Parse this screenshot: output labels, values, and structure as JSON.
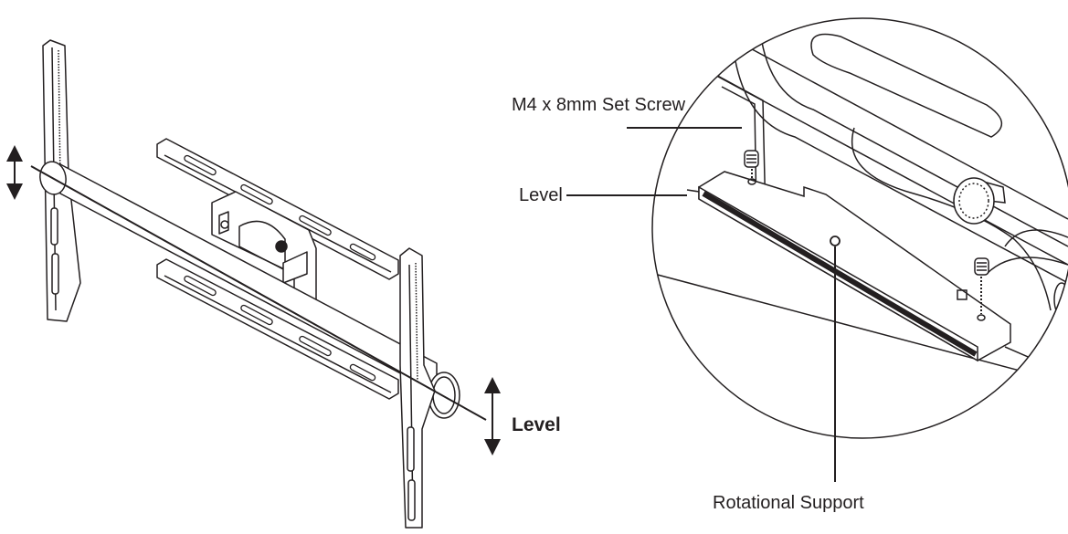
{
  "labels": {
    "set_screw": "M4 x 8mm Set Screw",
    "level_detail": "Level",
    "level_main": "Level",
    "rotational_support": "Rotational Support"
  },
  "colors": {
    "stroke": "#231f20",
    "background": "#ffffff"
  },
  "icons": [
    "double-arrow-icon",
    "set-screw-icon",
    "thumb-knob-icon",
    "pivot-point-icon"
  ]
}
